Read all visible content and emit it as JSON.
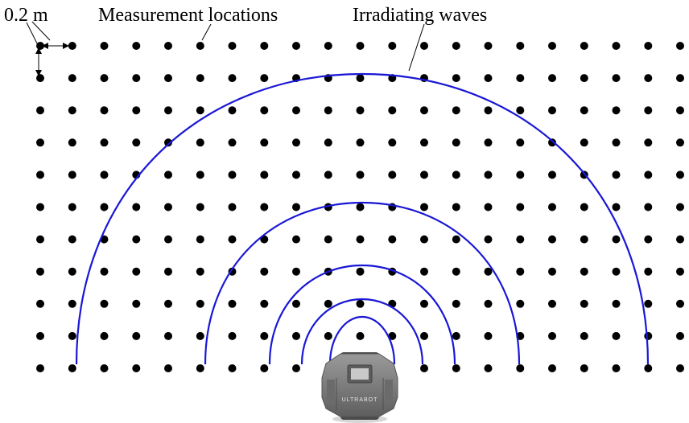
{
  "labels": {
    "spacing": "0.2 m",
    "measurement_locations": "Measurement locations",
    "irradiating_waves": "Irradiating waves"
  },
  "robot": {
    "brand_text": "ULTRABOT"
  },
  "colors": {
    "wave": "#1a17d6",
    "dot": "#000000",
    "robot_body": "#7a7a7a"
  },
  "grid": {
    "columns": 21,
    "rows": 11
  },
  "waves": {
    "count": 5
  }
}
